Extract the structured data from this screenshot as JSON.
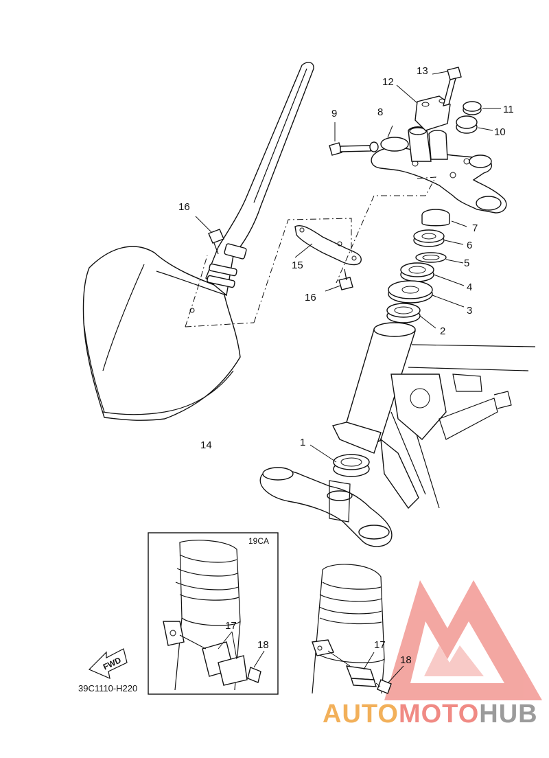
{
  "diagram": {
    "part_labels": {
      "p1": "1",
      "p2": "2",
      "p3": "3",
      "p4": "4",
      "p5": "5",
      "p6": "6",
      "p7": "7",
      "p8": "8",
      "p9": "9",
      "p10": "10",
      "p11": "11",
      "p12": "12",
      "p13": "13",
      "p14": "14",
      "p15": "15",
      "p16a": "16",
      "p16b": "16",
      "p17a": "17",
      "p17b": "17",
      "p18a": "18",
      "p18b": "18"
    },
    "inset_label": "19CA",
    "fwd_label": "FWD",
    "drawing_code": "39C1110-H220"
  },
  "watermark": {
    "part1": "AUTO",
    "part2": "MOTO",
    "part3": "HUB",
    "colors": {
      "orange": "#f2b05a",
      "red": "#f08a84",
      "gray": "#9b9b9b"
    }
  }
}
